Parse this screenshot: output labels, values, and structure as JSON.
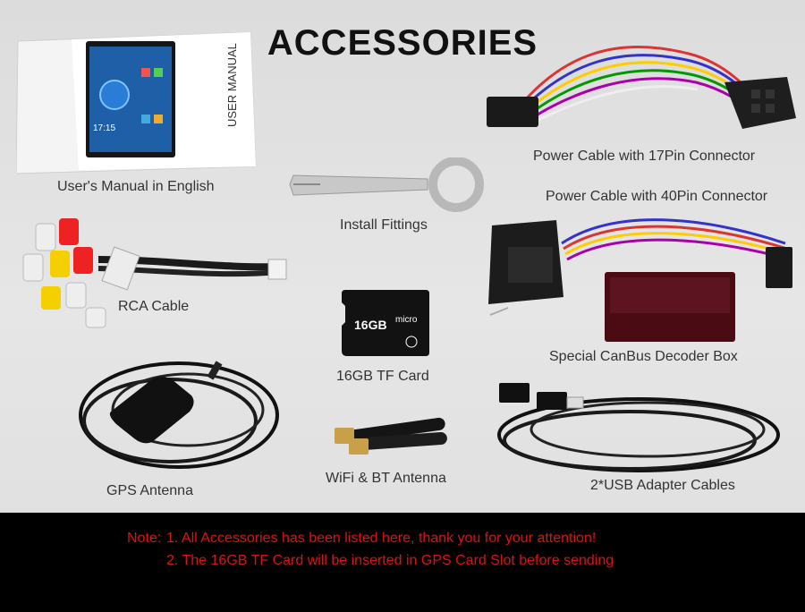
{
  "title": "ACCESSORIES",
  "items": {
    "manual": {
      "label": "User's Manual in English",
      "cover_text": "USER MANUAL",
      "clock": "17:15"
    },
    "power17": {
      "label": "Power Cable with 17Pin Connector"
    },
    "power40": {
      "label": "Power Cable with 40Pin Connector"
    },
    "install": {
      "label": "Install Fittings"
    },
    "rca": {
      "label": "RCA Cable"
    },
    "tf": {
      "label": "16GB TF Card",
      "card_text": "16GB",
      "card_brand": "micro"
    },
    "canbus": {
      "label": "Special CanBus Decoder Box"
    },
    "gps": {
      "label": "GPS Antenna"
    },
    "wifi": {
      "label": "WiFi & BT Antenna"
    },
    "usb": {
      "label": "2*USB Adapter Cables"
    }
  },
  "note": {
    "label": "Note:",
    "line1": "1. All Accessories has been listed here, thank you for your attention!",
    "line2": "2. The 16GB TF Card will be inserted in GPS Card Slot before sending"
  },
  "colors": {
    "note_red": "#e01010",
    "footer_bg": "#000000"
  }
}
